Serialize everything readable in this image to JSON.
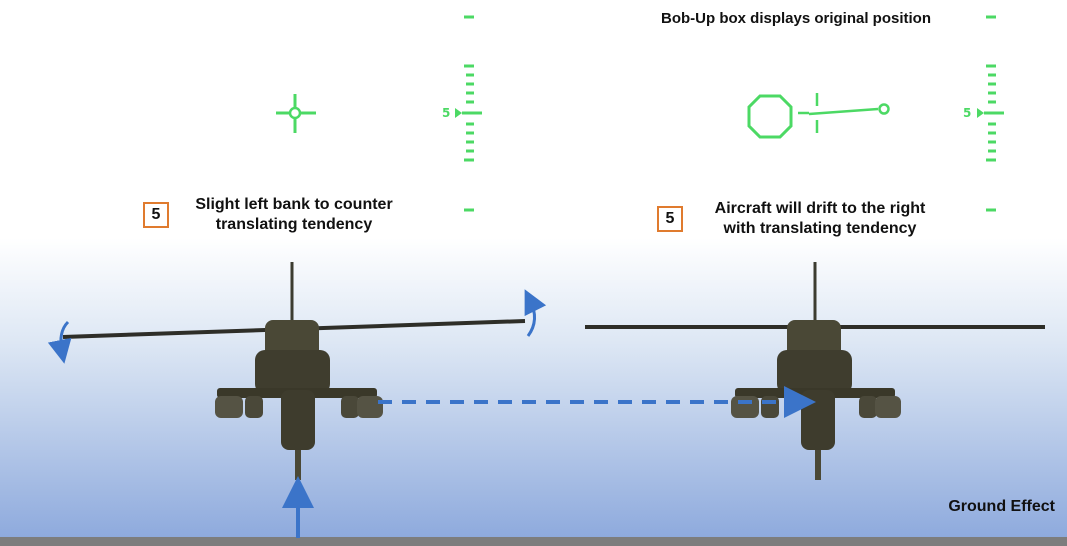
{
  "top_right_caption": "Bob-Up box displays original position",
  "left_panel": {
    "step_number": "5",
    "caption_line1": "Slight left bank to counter",
    "caption_line2": "translating tendency",
    "scale_label": "5"
  },
  "right_panel": {
    "step_number": "5",
    "caption_line1": "Aircraft will drift to the right",
    "caption_line2": "with translating tendency",
    "scale_label": "5"
  },
  "ground_label": "Ground Effect",
  "colors": {
    "hud_green": "#4cd964",
    "arrow_blue": "#3b74c9",
    "badge_orange": "#e07b2e",
    "ground_gray": "#7d7d7d"
  },
  "icons": [
    "crosshair-icon",
    "bob-up-box-icon",
    "helicopter-icon",
    "rotation-arrow-icon",
    "drift-arrow-icon",
    "ground-effect-arrow-icon"
  ]
}
